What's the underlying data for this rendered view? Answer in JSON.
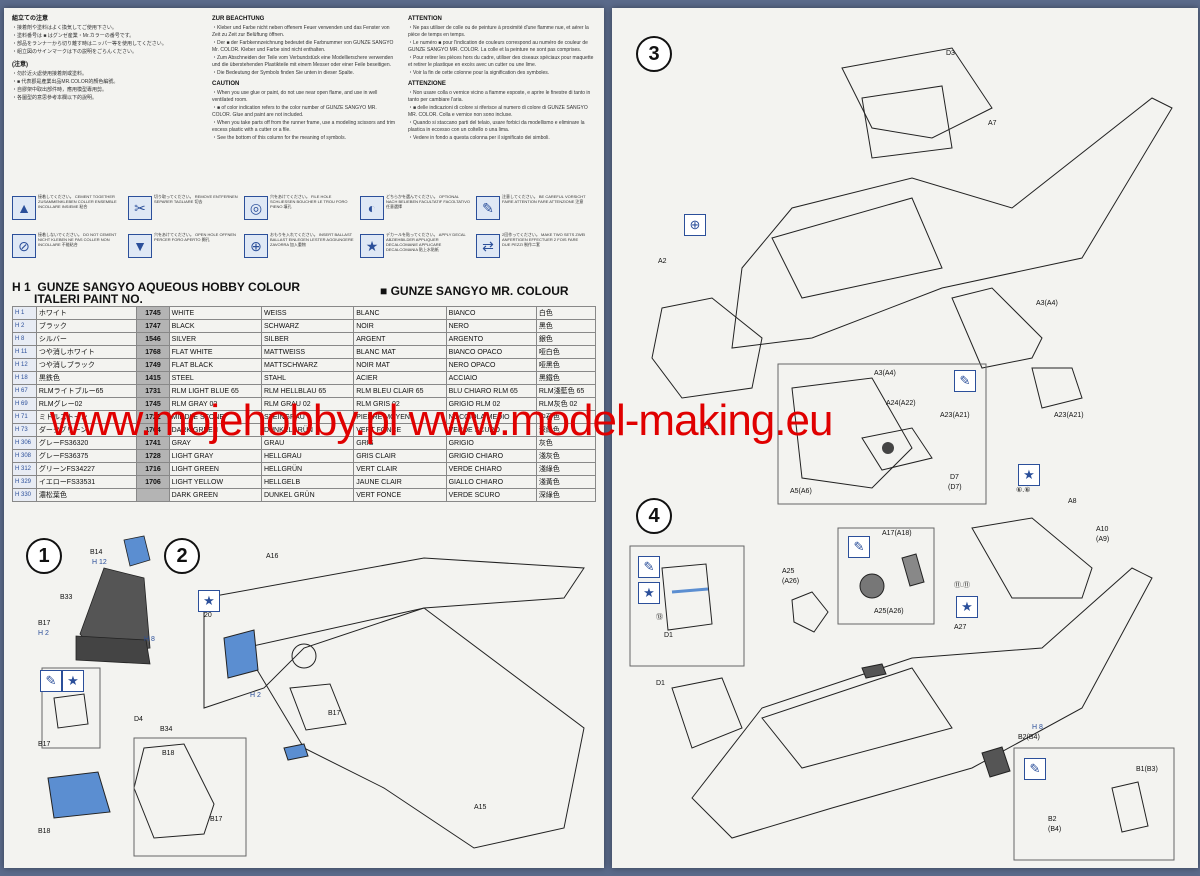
{
  "notes": {
    "jp": {
      "title": "組立ての注意",
      "lines": [
        "・接着剤や塗料はよく換気してご使用下さい。",
        "・塗料番号は ■ はグンゼ産業・Mr.カラーの番号です。",
        "・部品をランナーから切り離す時はニッパー等を使用してください。",
        "・組立図のサインマークは下の説明をごらんください。"
      ],
      "title2": "(注意)",
      "lines2": [
        "・勿於近火處使用接着劑或塗料。",
        "・■ 代表郡是產業出品MR.COLOR的顏色編號。",
        "・自膠架中取出部件時，應用模型專用剪。",
        "・各圖型的意思參考本欄以下的說明。"
      ]
    },
    "de": {
      "title": "ZUR BEACHTUNG",
      "lines": [
        "・Kleber und Farbe nicht neben offenem Feuer verwenden und das Fenster von Zeit zu Zeit zur Belüftung öffnen.",
        "・Der ■ der Farbkennzeichnung bedeutet die Farbnummer von GUNZE SANGYO Mr. COLOR. Kleber und Farbe sind nicht enthalten.",
        "・Zum Abschneiden der Teile vom Verbundstück eine Modellierschere verwenden und die überstehenden Plastikteile mit einem Messer oder einer Feile beseitigen.",
        "・Die Bedeutung der Symbols finden Sie unten in dieser Spalte."
      ],
      "title2": "CAUTION",
      "lines2": [
        "・When you use glue or paint, do not use near open flame, and use in well ventilated room.",
        "・■ of color indication refers to the color number of GUNZE SANGYO MR. COLOR. Glue and paint are not included.",
        "・When you take parts off from the runner frame, use a modeling scissors and trim excess plastic with a cutter or a file.",
        "・See the bottom of this column for the meaning of symbols."
      ]
    },
    "fr": {
      "title": "ATTENTION",
      "lines": [
        "・Ne pas utiliser de colle ou de peinture à proximité d'une flamme nue, et aérer la pièce de temps en temps.",
        "・Le numéro ■ pour l'indication de couleurs correspond au numéro de couleur de GUNZE SANGYO MR. COLOR. La colle et la peinture ne sont pas comprises.",
        "・Pour retirer les pièces hors du cadre, utiliser des ciseaux spéciaux pour maquette et retirer le plastique en excès avec un cutter ou une lime.",
        "・Voir la fin de cette colonne pour la signification des symboles."
      ],
      "title2": "ATTENZIONE",
      "lines2": [
        "・Non usare colla o vernice vicino a fiamme esposte, e aprire le finestre di tanto in tanto per cambiare l'aria.",
        "・■ delle indicazioni di colore si riferisce al numero di colore di GUNZE SANGYO MR. COLOR. Colla e vernice non sono incluse.",
        "・Quando si staccano parti del telaio, usare forbici da modellismo e eliminare la plastica in eccesso con un coltello o una lima.",
        "・Vedere in fondo a questa colonna per il significato dei simboli."
      ]
    }
  },
  "symbols": [
    {
      "icon": "▲",
      "text": "接着してください。 CEMENT TOGETHER ZUSAMMENKLEBEN COLLER ENSEMBLE INCOLLARE INSIEME 粘合"
    },
    {
      "icon": "✂",
      "text": "切り取ってください。 REMOVE ENTFERNEN SEPARER TAGLIARE 切去"
    },
    {
      "icon": "◎",
      "text": "穴をあけてください。 FILE HOLE SCHLIESSEN BOUCHER LE TROU FORO PIENO 填孔"
    },
    {
      "icon": "◐",
      "text": "どちらかを選んでください。 OPTIONAL NACH BELIEBEN FACULTATIF FACOLTATIVO 任意選擇"
    },
    {
      "icon": "✎",
      "text": "注意してください。 BE CAREFUL VORSICHT FAIRE ATTENTION FARE ATTENZIONE 注意"
    },
    {
      "icon": "⊘",
      "text": "接着しないでください。 DO NOT CEMENT NICHT KLEBEN NE PAS COLLER NON INCOLLARE 不能粘合"
    },
    {
      "icon": "▼",
      "text": "穴をあけてください。 OPEN HOLE OFFNEN PERCER FORO APERTO 開孔"
    },
    {
      "icon": "⊕",
      "text": "おもりを入れてください。 INSERT BALLAST BALLAST EINLEGEN LESTER AGGIUNGERE ZAVORRA 加入重物"
    },
    {
      "icon": "★",
      "text": "デカールを貼ってください。 APPLY DECAL ABZIEHBILDER APPLIQUER DECALCOMANIE APPLICARE DECALCOMANIA 貼上水貼紙"
    },
    {
      "icon": "⇄",
      "text": "2回作ってください。 MAKE TWO SETS ZWEI ANFERTIGEN EFFECTUER 2 FOIS FARE DUE PEZZI 制作二套"
    }
  ],
  "paint": {
    "h_label": "H 1",
    "title1": "GUNZE SANGYO AQUEOUS HOBBY COLOUR",
    "title2": "ITALERI PAINT NO.",
    "title3": "■ GUNZE SANGYO MR. COLOUR",
    "rows": [
      [
        "H 1",
        "ホワイト",
        "1745",
        "WHITE",
        "WEISS",
        "BLANC",
        "BIANCO",
        "白色"
      ],
      [
        "H 2",
        "ブラック",
        "1747",
        "BLACK",
        "SCHWARZ",
        "NOIR",
        "NERO",
        "黑色"
      ],
      [
        "H 8",
        "シルバー",
        "1546",
        "SILVER",
        "SILBER",
        "ARGENT",
        "ARGENTO",
        "銀色"
      ],
      [
        "H 11",
        "つや消しホワイト",
        "1768",
        "FLAT WHITE",
        "MATTWEISS",
        "BLANC MAT",
        "BIANCO OPACO",
        "哑白色"
      ],
      [
        "H 12",
        "つや消しブラック",
        "1749",
        "FLAT BLACK",
        "MATTSCHWARZ",
        "NOIR MAT",
        "NERO OPACO",
        "哑黑色"
      ],
      [
        "H 18",
        "黒鉄色",
        "1415",
        "STEEL",
        "STAHL",
        "ACIER",
        "ACCIAIO",
        "黑鐵色"
      ],
      [
        "H 67",
        "RLMライトブルー65",
        "1731",
        "RLM LIGHT BLUE 65",
        "RLM HELLBLAU 65",
        "RLM BLEU CLAIR 65",
        "BLU CHIARO RLM 65",
        "RLM淺藍色 65"
      ],
      [
        "H 69",
        "RLMグレー02",
        "1745",
        "RLM GRAY 02",
        "RLM GRAU 02",
        "RLM GRIS 02",
        "GRIGIO RLM 02",
        "RLM灰色 02"
      ],
      [
        "H 71",
        "ミドルストーン",
        "1722",
        "MIDDLE STONE",
        "STEINGRAU",
        "PIERRE MOYEN",
        "NOCCIOLA MEDIO",
        "中石色"
      ],
      [
        "H 73",
        "ダークグリーン",
        "1764",
        "DARK GREEN",
        "DUNKELGRÜN",
        "VERT FONCE",
        "VERDE SCURO",
        "深綠色"
      ],
      [
        "H 306",
        "グレーFS36320",
        "1741",
        "GRAY",
        "GRAU",
        "GRIS",
        "GRIGIO",
        "灰色"
      ],
      [
        "H 308",
        "グレーFS36375",
        "1728",
        "LIGHT GRAY",
        "HELLGRAU",
        "GRIS CLAIR",
        "GRIGIO CHIARO",
        "淺灰色"
      ],
      [
        "H 312",
        "グリーンFS34227",
        "1716",
        "LIGHT GREEN",
        "HELLGRÜN",
        "VERT CLAIR",
        "VERDE CHIARO",
        "淺綠色"
      ],
      [
        "H 329",
        "イエローFS33531",
        "1706",
        "LIGHT YELLOW",
        "HELLGELB",
        "JAUNE CLAIR",
        "GIALLO CHIARO",
        "淺黃色"
      ],
      [
        "H 330",
        "濃松葉色",
        "",
        "DARK GREEN",
        "DUNKEL GRÜN",
        "VERT FONCE",
        "VERDE SCURO",
        "深綠色"
      ]
    ]
  },
  "watermark": "www.mojehobby.pl www.model-making.eu",
  "steps": {
    "s1": "1",
    "s2": "2",
    "s3": "3",
    "s4": "4"
  },
  "labels": {
    "l1": [
      "B14",
      "H 12",
      "B33",
      "B17",
      "H 2",
      "D4",
      "B34",
      "B18",
      "B17",
      "B18",
      "B17",
      "H 8"
    ],
    "l2": [
      "A16",
      "20",
      "B17",
      "A15",
      "H 2"
    ],
    "l3": [
      "D3",
      "A7",
      "A2",
      "A3(A4)",
      "A3(A4)",
      "A24(A22)",
      "A23(A21)",
      "A23(A21)",
      "A5(A6)",
      "D7",
      "(D7)",
      "A1"
    ],
    "l4": [
      "A8",
      "A10",
      "(A9)",
      "A17(A18)",
      "A25",
      "(A26)",
      "A25(A26)",
      "A27",
      "D1",
      "D1",
      "B2(B4)",
      "B1(B3)",
      "B2",
      "(B4)",
      "H 8",
      "⑥.⑥",
      "⑪.⑪",
      "⑬"
    ]
  },
  "colors": {
    "accent": "#2b4f9a",
    "part_blue": "#5b8ed1",
    "watermark": "#e00000"
  }
}
